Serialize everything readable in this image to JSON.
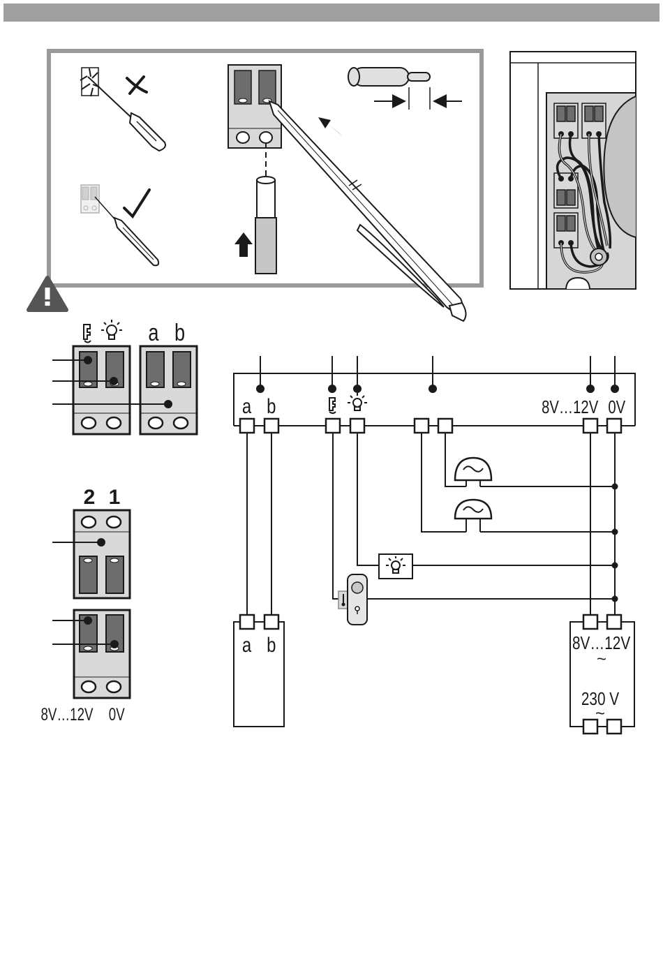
{
  "terminal_labels": {
    "a": "a",
    "b": "b",
    "two": "2",
    "one": "1",
    "v8_12": "8V…12V",
    "v0": "0V",
    "v230": "230 V",
    "ac": "~"
  },
  "icons": {
    "warning": "warning-triangle-icon",
    "door_opener": "door-opener-icon",
    "light": "light-bulb-icon",
    "wrong": "cross-mark-icon",
    "right": "check-mark-icon",
    "bell": "bell-icon"
  },
  "colors": {
    "line": "#1a1a1a",
    "panel_gray": "#d9d9d9",
    "terminal_dark": "#6d6d6d",
    "frame": "#9a9a9a"
  }
}
